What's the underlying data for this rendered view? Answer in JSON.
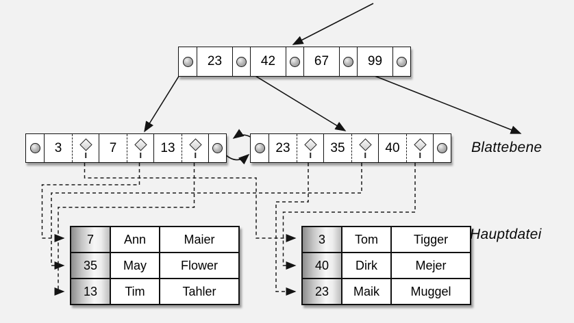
{
  "diagram": {
    "type": "b-plus-tree-index",
    "labels": {
      "leaf_level": "Blattebene",
      "main_file": "Hauptdatei"
    },
    "root": {
      "keys": [
        "23",
        "42",
        "67",
        "99"
      ]
    },
    "leaves": [
      {
        "keys": [
          "3",
          "7",
          "13"
        ]
      },
      {
        "keys": [
          "23",
          "35",
          "40"
        ]
      }
    ],
    "tables": [
      {
        "rows": [
          [
            "7",
            "Ann",
            "Maier"
          ],
          [
            "35",
            "May",
            "Flower"
          ],
          [
            "13",
            "Tim",
            "Tahler"
          ]
        ]
      },
      {
        "rows": [
          [
            "3",
            "Tom",
            "Tigger"
          ],
          [
            "40",
            "Dirk",
            "Mejer"
          ],
          [
            "23",
            "Maik",
            "Muggel"
          ]
        ]
      }
    ],
    "icons": {
      "pointer": "filled-circle",
      "record_ref": "diamond"
    },
    "colors": {
      "background": "#f2f2f2",
      "node_fill": "#ffffff",
      "line": "#141414",
      "key_column_shade": "#8d8d8d"
    }
  }
}
